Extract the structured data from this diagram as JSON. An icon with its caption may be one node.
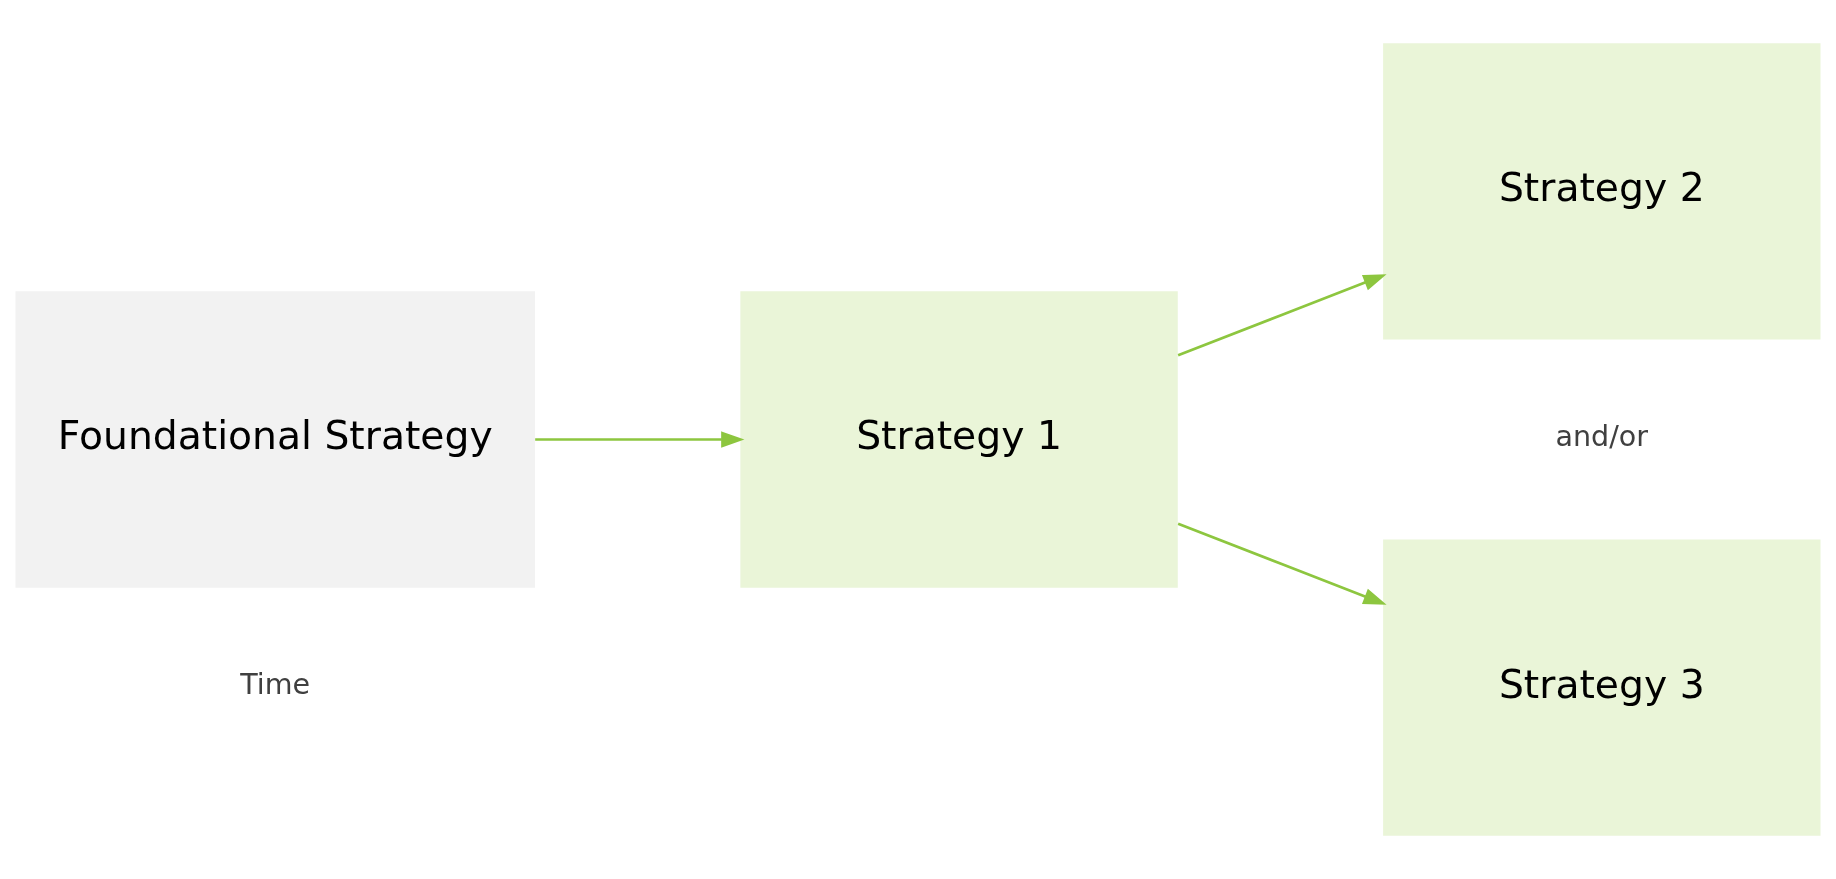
{
  "diagram": {
    "nodes": [
      {
        "text": [
          "Foundational Strategy"
        ]
      },
      {
        "text": [
          "Strategy 1"
        ]
      },
      {
        "text": [
          "Strategy 2"
        ]
      },
      {
        "text": [
          "Strategy 3"
        ]
      }
    ],
    "edges": [
      {
        "from": 0,
        "to": 1,
        "arrow": "to"
      },
      {
        "from": 1,
        "to": 2,
        "arrow": "to"
      },
      {
        "from": 1,
        "to": 3,
        "arrow": "to"
      }
    ],
    "labels": [
      "and/or",
      "Time"
    ]
  }
}
